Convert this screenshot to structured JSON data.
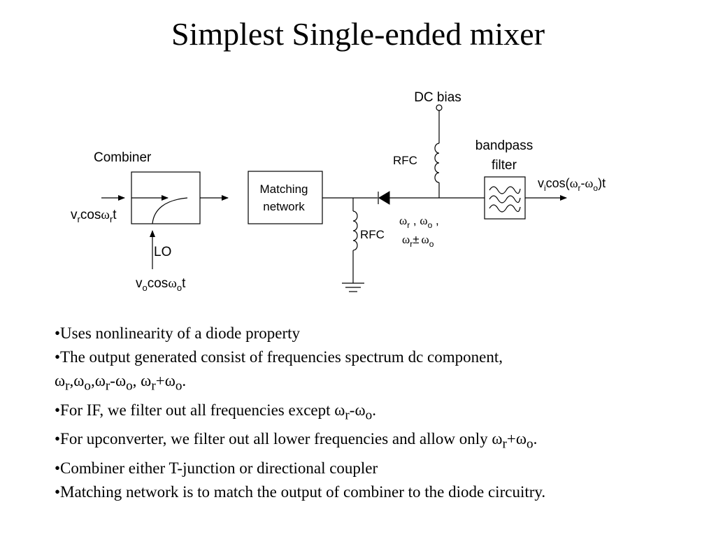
{
  "title": "Simplest Single-ended mixer",
  "diagram": {
    "combiner": "Combiner",
    "rf_input": {
      "v": "v",
      "sub1": "r",
      "cos": "cos",
      "omega": "ω",
      "sub2": "r",
      "t": "t"
    },
    "lo_label": "LO",
    "lo_input": {
      "v": "v",
      "sub1": "o",
      "cos": "cos",
      "omega": "ω",
      "sub2": "o",
      "t": "t"
    },
    "matching_line1": "Matching",
    "matching_line2": "network",
    "rfc_bottom": "RFC",
    "rfc_top": "RFC",
    "dc_bias": "DC bias",
    "bandpass_line1": "bandpass",
    "bandpass_line2": "filter",
    "freq_line1": {
      "w1": "ω",
      "s1": "r",
      "sep1": " , ",
      "w2": "ω",
      "s2": "o",
      "sep2": " ,"
    },
    "freq_line2": {
      "w1": "ω",
      "s1": "r",
      "pm": "±",
      "w2": "ω",
      "s2": "o"
    },
    "output": {
      "v": "v",
      "sub1": "i",
      "cos": "cos(",
      "w1": "ω",
      "s1": "r",
      "minus": "-",
      "w2": "ω",
      "s2": "o",
      "end": ")t"
    }
  },
  "bullets": {
    "b1": "•Uses nonlinearity of a diode property",
    "b2": "•The output generated consist of frequencies spectrum dc component,",
    "b3": {
      "w1": "ω",
      "s1": "r",
      "c1": ",",
      "w2": "ω",
      "s2": "o",
      "c2": ",",
      "w3": "ω",
      "s3": "r",
      "m": "-",
      "w4": "ω",
      "s4": "o",
      "c3": ", ",
      "w5": "ω",
      "s5": "r",
      "p": "+",
      "w6": "ω",
      "s6": "o",
      "end": "."
    },
    "b4": {
      "text": "•For IF, we filter out all frequencies except ",
      "w1": "ω",
      "s1": "r",
      "m": "-",
      "w2": "ω",
      "s2": "o",
      "end": "."
    },
    "b5": {
      "text": "•For upconverter, we filter out all lower frequencies and allow only ",
      "w1": "ω",
      "s1": "r",
      "p": "+",
      "w2": "ω",
      "s2": "o",
      "end": "."
    },
    "b6": "•Combiner either T-junction or directional coupler",
    "b7": "•Matching network is to match the output of combiner to the diode circuitry."
  }
}
